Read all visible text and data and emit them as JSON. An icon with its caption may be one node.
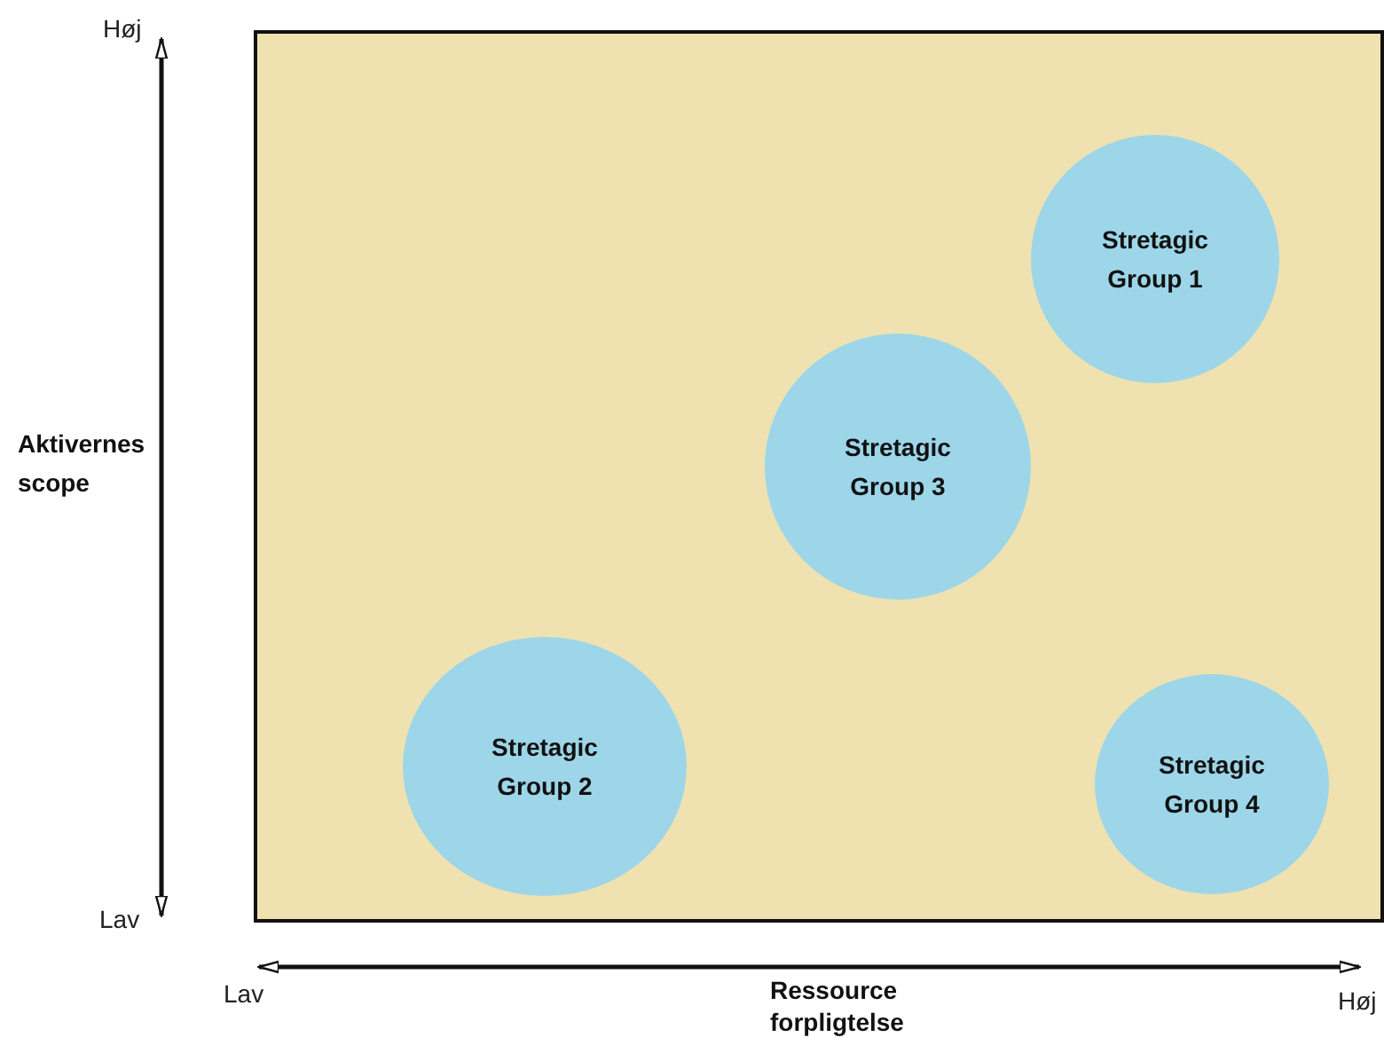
{
  "diagram": {
    "nodes": [
      {
        "text": [],
        "shape": "box"
      },
      {
        "text": [
          "Stretagic Group 1"
        ],
        "in": 0
      },
      {
        "text": [
          "Stretagic Group 3"
        ],
        "in": 0
      },
      {
        "text": [
          "Stretagic Group 2"
        ],
        "in": 0
      },
      {
        "text": [
          "Stretagic Group 4"
        ],
        "in": 0
      }
    ],
    "edges": [],
    "labels": [
      "Høj",
      "Aktivernes scope",
      "Lav",
      "Lav",
      "Ressource forpligtelse",
      "Høj"
    ]
  }
}
